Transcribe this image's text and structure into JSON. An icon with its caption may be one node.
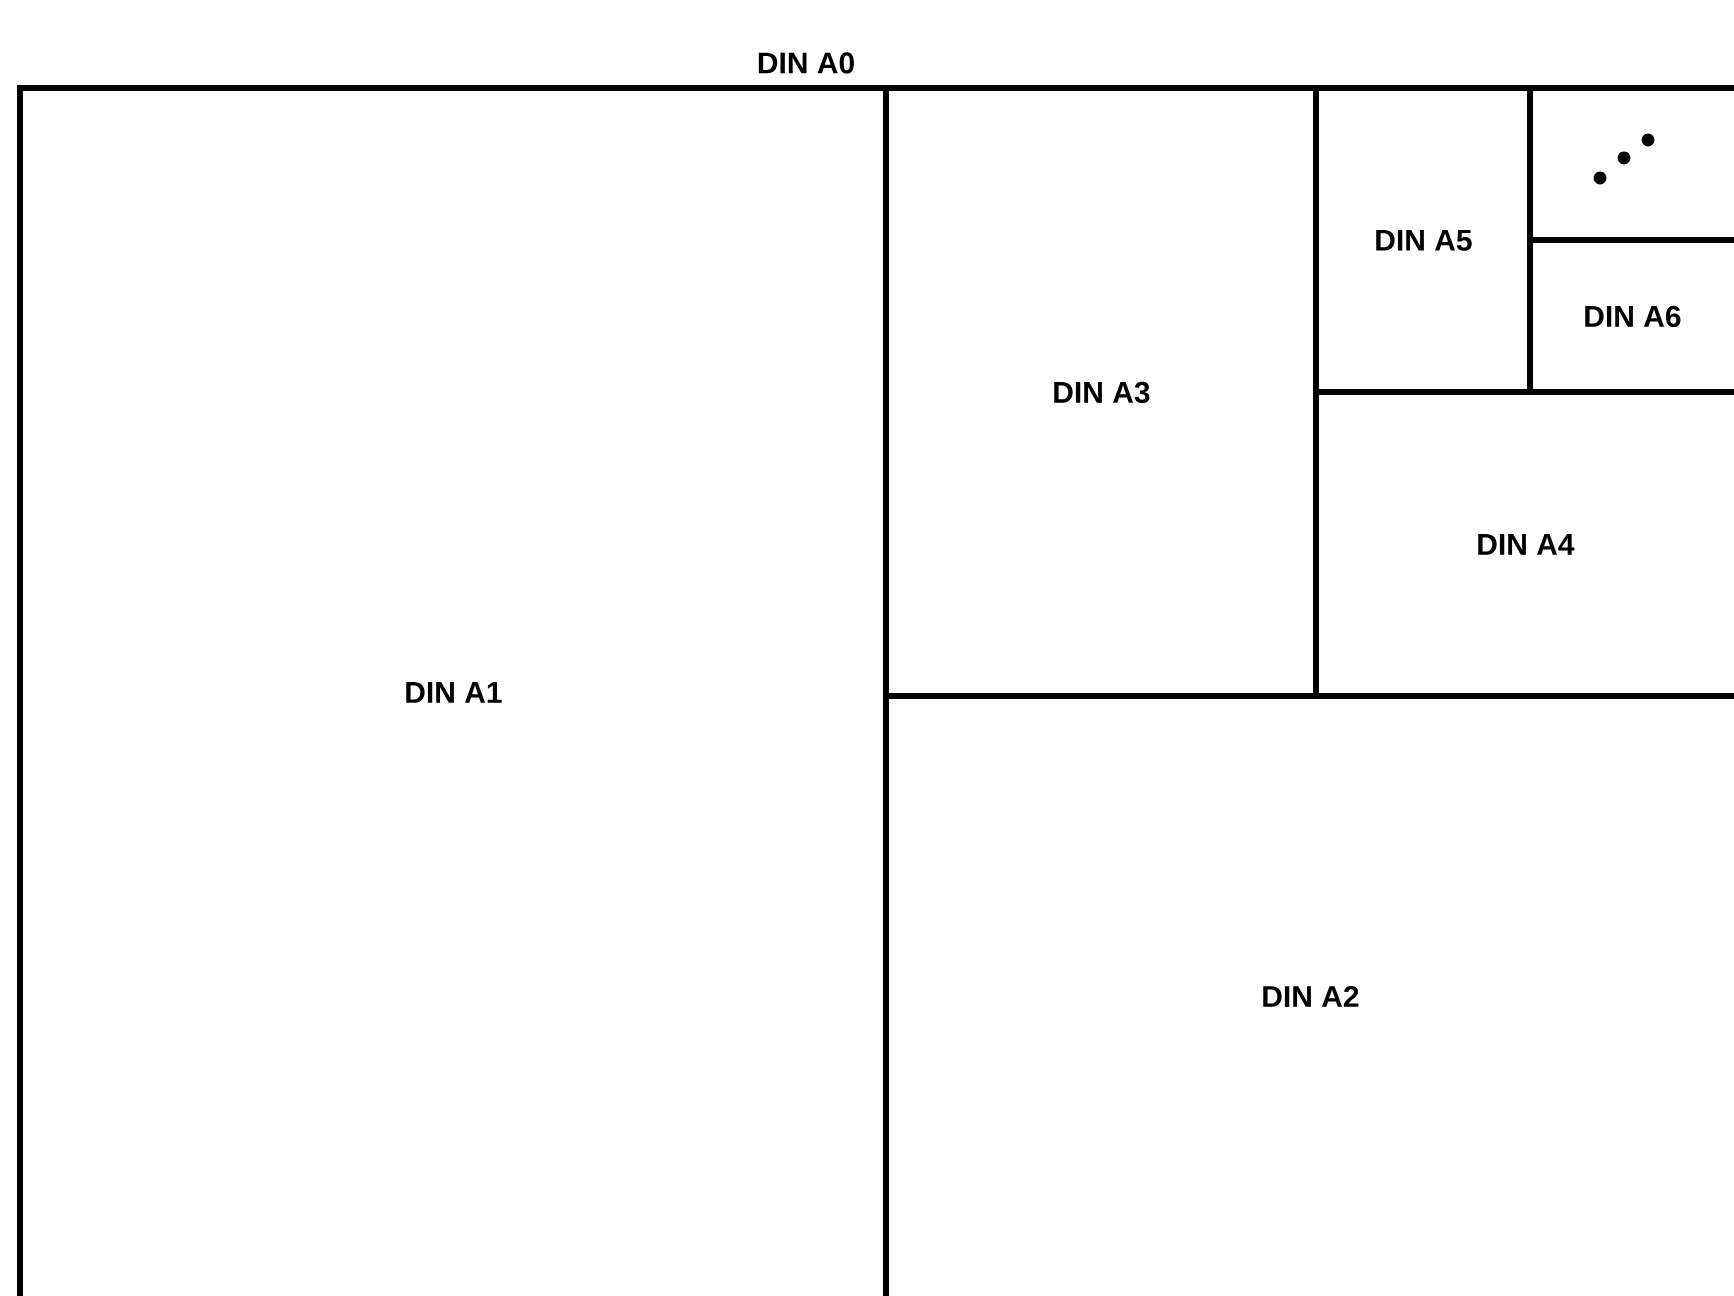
{
  "diagram": {
    "nodes": [
      {
        "text": [
          "DIN A0"
        ]
      },
      {
        "text": [
          "DIN A1"
        ],
        "in": 0
      },
      {
        "text": [
          "DIN A3"
        ],
        "in": 0
      },
      {
        "text": [
          "DIN A5"
        ],
        "in": 0
      },
      {
        "text": [],
        "shape": "box",
        "in": 0
      },
      {
        "text": [
          "DIN A6"
        ],
        "in": 0
      },
      {
        "text": [
          "DIN A4"
        ],
        "in": 0
      },
      {
        "text": [
          "DIN A2"
        ],
        "in": 0
      }
    ]
  }
}
